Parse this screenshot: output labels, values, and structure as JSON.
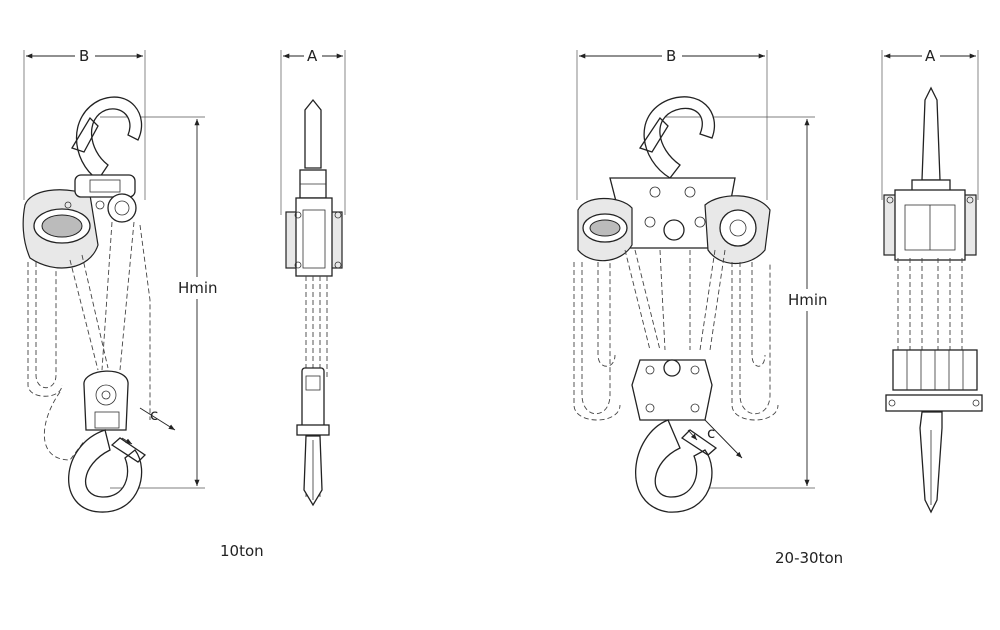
{
  "dimensions": {
    "width_label": "B",
    "depth_label": "A",
    "height_label": "Hmin",
    "hook_label": "c"
  },
  "captions": {
    "left_model": "10ton",
    "right_model": "20-30ton"
  }
}
